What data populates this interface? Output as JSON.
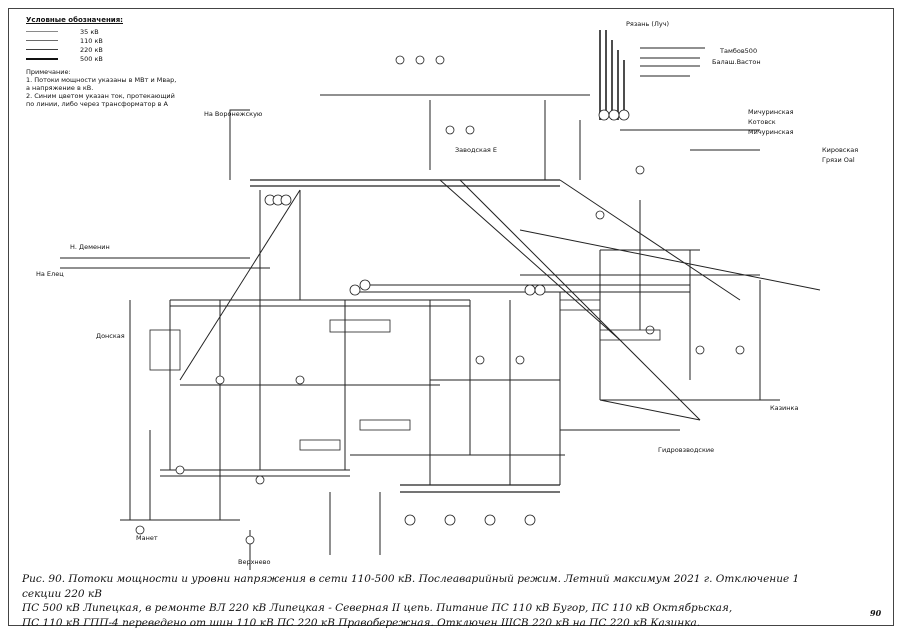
{
  "legend": {
    "title": "Условные обозначения:",
    "items": [
      {
        "label": "35 кВ",
        "color": "#8a8a8a"
      },
      {
        "label": "110 кВ",
        "color": "#6b6b6b"
      },
      {
        "label": "220 кВ",
        "color": "#3f3f3f"
      },
      {
        "label": "500 кВ",
        "color": "#111111"
      }
    ],
    "note_title": "Примечание:",
    "notes": [
      "1. Потоки мощности указаны в МВт и Мвар,",
      "   а напряжение в кВ.",
      "2. Синим цветом указан ток, протекающий",
      "   по линии, либо через трансформатор в А"
    ]
  },
  "diagram_labels": {
    "ryazan": "Рязань (Луч)",
    "tambov": "Тамбов500",
    "balash": "Балаш.Вастон",
    "voronezh": "На Воронежскую",
    "michurinsk": "Мичуринская",
    "kotovsk": "Котовск",
    "michurinskaya2": "Мичуринская",
    "kirovskaya": "Кировская",
    "gryazi": "Грязи Oal",
    "demenin": "Н. Деменин",
    "elets": "На Елец",
    "donskaya": "Донская",
    "kazinka": "Казинка",
    "gidro": "Гидровзводские",
    "zavodskaya": "Заводская Е",
    "verkhnee": "Верхнево",
    "manet": "Манет"
  },
  "caption": {
    "lines": [
      "Рис. 90. Потоки мощности и уровни напряжения в сети 110-500 кВ. Послеаварийный режим. Летний максимум 2021 г. Отключение 1 секции 220 кВ",
      "ПС 500 кВ Липецкая, в ремонте ВЛ 220 кВ Липецкая - Северная  II  цепь. Питание ПС 110 кВ Бугор, ПС 110 кВ Октябрьская,",
      "ПС 110 кВ ГПП-4  переведено от шин 110 кВ ПС 220 кВ Правобережная. Отключен ШСВ 220 кВ на ПС 220 кВ Казинка."
    ]
  },
  "page_number": "90"
}
